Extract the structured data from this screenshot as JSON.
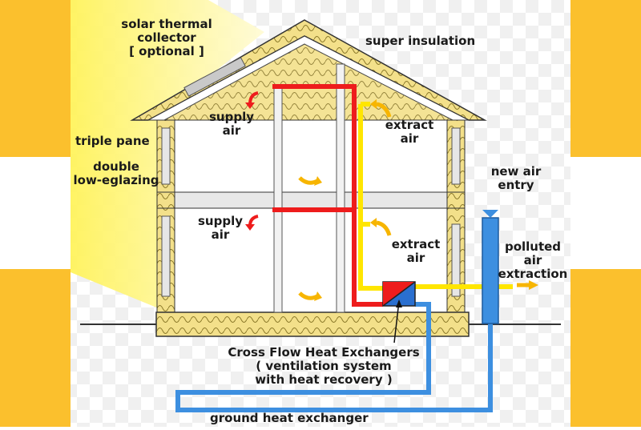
{
  "labels": {
    "solar_collector": [
      "solar thermal",
      "collector",
      "[ optional ]"
    ],
    "super_insulation": "super insulation",
    "triple_pane": "triple pane",
    "double_glazing": [
      "double",
      "low-eglazing"
    ],
    "supply_air_upper": [
      "supply",
      "air"
    ],
    "supply_air_lower": [
      "supply",
      "air"
    ],
    "extract_air_upper": [
      "extract",
      "air"
    ],
    "extract_air_lower": [
      "extract",
      "air"
    ],
    "new_air_entry": [
      "new air",
      "entry"
    ],
    "polluted_air": [
      "polluted",
      "air",
      "extraction"
    ],
    "heat_exchanger": [
      "Cross Flow Heat Exchangers",
      "( ventilation system",
      "with heat recovery )"
    ],
    "ground_heat_exchanger": "ground heat exchanger"
  },
  "colors": {
    "supply_duct": "#ee1c1c",
    "extract_duct": "#ffe600",
    "fresh_air_duct": "#3d8fe0",
    "insulation": "#f3e08a",
    "sunlight": "#fff27a",
    "accent_band": "#fbc02d",
    "arrow": "#f7b500"
  }
}
